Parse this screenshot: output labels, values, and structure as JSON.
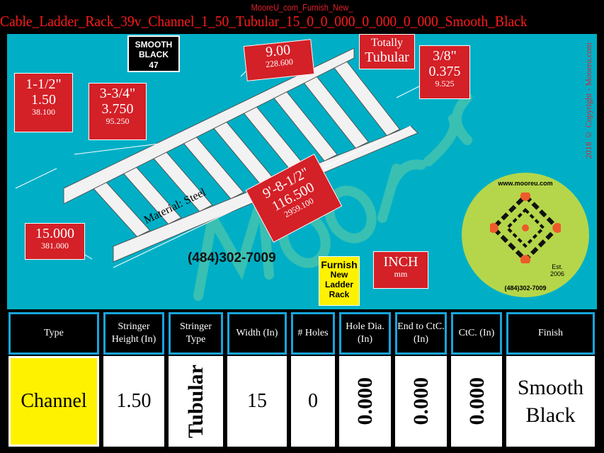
{
  "header": {
    "subtitle": "MooreU_com_Furnish_New_",
    "title": "Cable_Ladder_Rack_39v_Channel_1_50_Tubular_15_0_0_000_0_000_0_000_Smooth_Black"
  },
  "diagram": {
    "finish_badge": {
      "line1": "SMOOTH",
      "line2": "BLACK",
      "line3": "47"
    },
    "rung_spacing": {
      "inch": "9.00",
      "mm": "228.600"
    },
    "totally_tubular": {
      "line1": "Totally",
      "line2": "Tubular"
    },
    "rung_diameter": {
      "fraction": "3/8\"",
      "inch": "0.375",
      "mm": "9.525"
    },
    "stringer_height": {
      "fraction": "1-1/2\"",
      "inch": "1.50",
      "mm": "38.100"
    },
    "rung_width": {
      "fraction": "3-3/4\"",
      "inch": "3.750",
      "mm": "95.250"
    },
    "length": {
      "fraction": "9'-8-1/2\"",
      "inch": "116.500",
      "mm": "2959.100"
    },
    "width": {
      "inch": "15.000",
      "mm": "381.000"
    },
    "material": "Material: Steel",
    "phone": "(484)302-7009",
    "furnish_badge": {
      "line1": "Furnish",
      "line2": "New",
      "line3": "Ladder",
      "line4": "Rack"
    },
    "units": {
      "primary": "INCH",
      "secondary": "mm"
    },
    "copyright": "2018 © Copyright - Mooreu.com",
    "watermark": "MooreU.com",
    "logo": {
      "url": "www.mooreu.com",
      "est1": "Est.",
      "est2": "2006",
      "phone": "(484)302-7009"
    },
    "colors": {
      "panel": "#00afc6",
      "label_red": "#d42027",
      "header_border": "#18a4dc",
      "highlight": "#fff200"
    }
  },
  "table": {
    "headers": [
      "Type",
      "Stringer Height (In)",
      "Stringer Type",
      "Width (In)",
      "# Holes",
      "Hole Dia. (In)",
      "End to CtC.(In)",
      "CtC. (In)",
      "Finish"
    ],
    "values": [
      "Channel",
      "1.50",
      "Tubular",
      "15",
      "0",
      "0.000",
      "0.000",
      "0.000",
      "Smooth Black"
    ]
  }
}
